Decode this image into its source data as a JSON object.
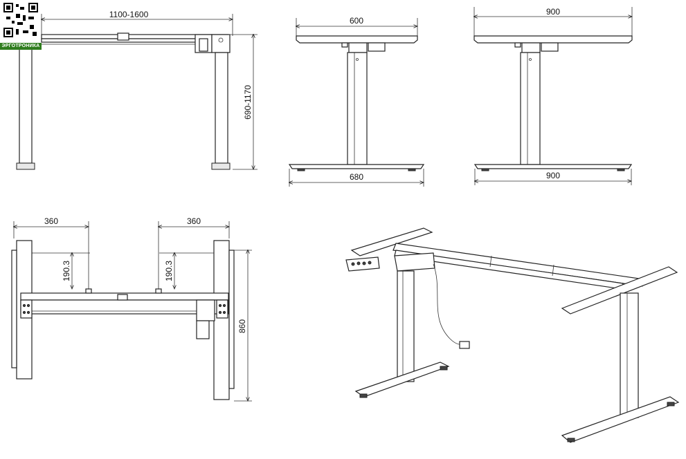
{
  "brand": {
    "label": "ЭРГОТРОНИКА"
  },
  "dimensions": {
    "front_width": "1100-1600",
    "front_height": "690-1170",
    "side_top_short": "600",
    "side_foot_short": "680",
    "side_top_long": "900",
    "side_foot_long": "900",
    "plan_offset_left": "360",
    "plan_offset_right": "360",
    "plan_depth_left": "190.3",
    "plan_depth_right": "190.3",
    "plan_length": "860"
  }
}
